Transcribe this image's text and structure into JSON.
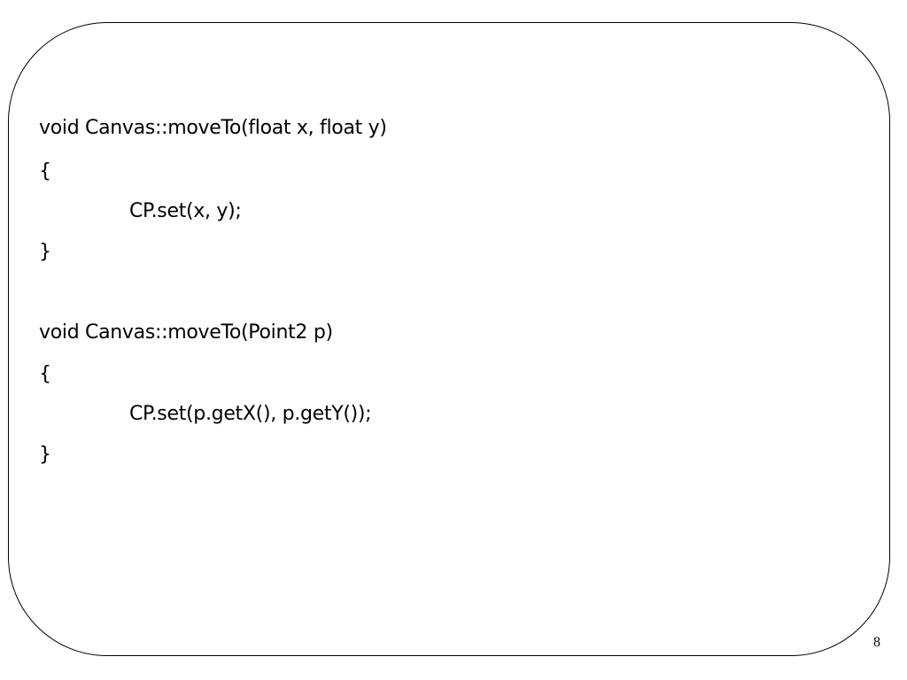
{
  "slide": {
    "code_lines": [
      "void Canvas::moveTo(float x, float y)",
      "{",
      "CP.set(x, y);",
      "}",
      "void Canvas::moveTo(Point2 p)",
      "{",
      "CP.set(p.getX(), p.getY());",
      "}"
    ],
    "page_number": "8"
  }
}
